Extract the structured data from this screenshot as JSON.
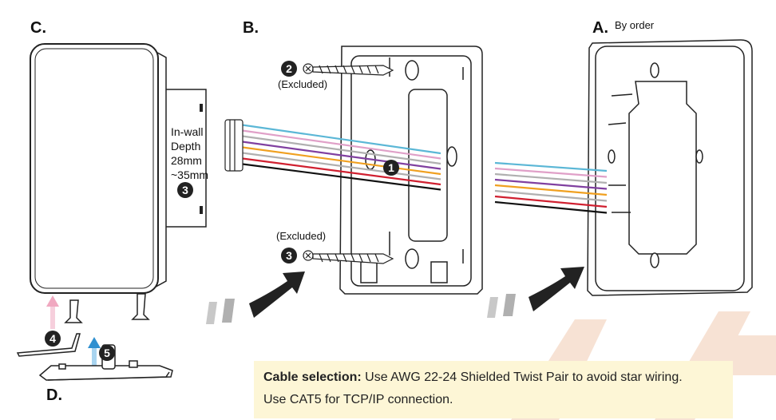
{
  "labels": {
    "c": "C.",
    "b": "B.",
    "a": "A.",
    "d": "D.",
    "by_order": "By order",
    "excluded_top": "(Excluded)",
    "excluded_bottom": "(Excluded)",
    "in_wall": "In-wall",
    "depth": "Depth",
    "depth_min": "28mm",
    "depth_max": "~35mm"
  },
  "steps": {
    "one": "1",
    "two": "2",
    "three_wall": "3",
    "three_screw": "3",
    "four": "4",
    "five": "5"
  },
  "note": {
    "bold": "Cable selection:",
    "line1": " Use AWG 22-24 Shielded Twist Pair to avoid star wiring.",
    "line2": "Use CAT5 for TCP/IP connection."
  },
  "colors": {
    "wires": [
      "#5bb7d6",
      "#e0a0c8",
      "#b0b0b0",
      "#8040a0",
      "#f0a020",
      "#b0b0b0",
      "#d02030",
      "#111111"
    ],
    "note_bg": "#fdf6d6",
    "arrow_dark": "#222222",
    "arrow_pink": "#f0a8c0",
    "arrow_blue": "#3090d0",
    "watermark": "#f6d8c8"
  }
}
